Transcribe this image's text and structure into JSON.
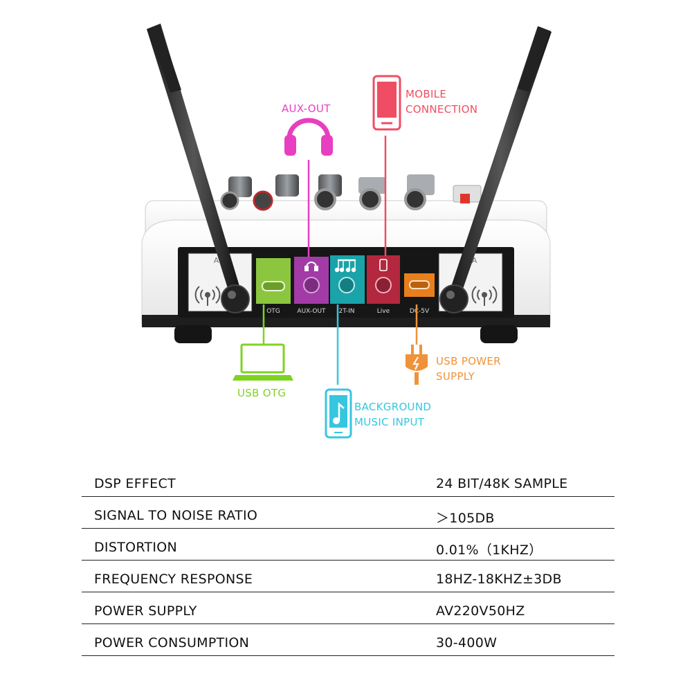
{
  "device": {
    "panel_labels": {
      "left_channel": "A  B",
      "right_channel": "A  A",
      "otg": "OTG",
      "aux_out": "AUX-OUT",
      "two_t_in": "2T-IN",
      "live": "Live",
      "dc_5v": "DC-5V"
    },
    "port_colors": {
      "otg": "#8cc63f",
      "aux_out": "#a23ba6",
      "two_t_in": "#1aa3a8",
      "live": "#b3283e",
      "dc_5v": "#e87f1d"
    },
    "icons": [
      "antenna-icon",
      "usb-c-port-icon",
      "headphones-icon",
      "music-note-icon",
      "phone-icon",
      "wireless-signal-icon"
    ]
  },
  "callouts": {
    "aux_out": {
      "label": "AUX-OUT",
      "color": "#e83fc0",
      "icon": "headphones-icon"
    },
    "mobile": {
      "label": "MOBILE\nCONNECTION",
      "color": "#ef4d63",
      "icon": "smartphone-icon"
    },
    "usb_otg": {
      "label": "USB OTG",
      "color": "#7ed321",
      "icon": "laptop-icon"
    },
    "background_music": {
      "label": "BACKGROUND\nMUSIC INPUT",
      "color": "#36c6e0",
      "icon": "music-phone-icon"
    },
    "usb_power": {
      "label": "USB POWER\nSUPPLY",
      "color": "#f0923a",
      "icon": "power-plug-icon"
    }
  },
  "specs": [
    {
      "label": "DSP EFFECT",
      "value": "24 BIT/48K SAMPLE"
    },
    {
      "label": "SIGNAL TO NOISE RATIO",
      "value": "＞105DB"
    },
    {
      "label": "DISTORTION",
      "value": "0.01%（1KHZ）"
    },
    {
      "label": "FREQUENCY RESPONSE",
      "value": "18HZ-18KHZ±3DB"
    },
    {
      "label": "POWER SUPPLY",
      "value": "AV220V50HZ"
    },
    {
      "label": "POWER CONSUMPTION",
      "value": "30-400W"
    }
  ]
}
